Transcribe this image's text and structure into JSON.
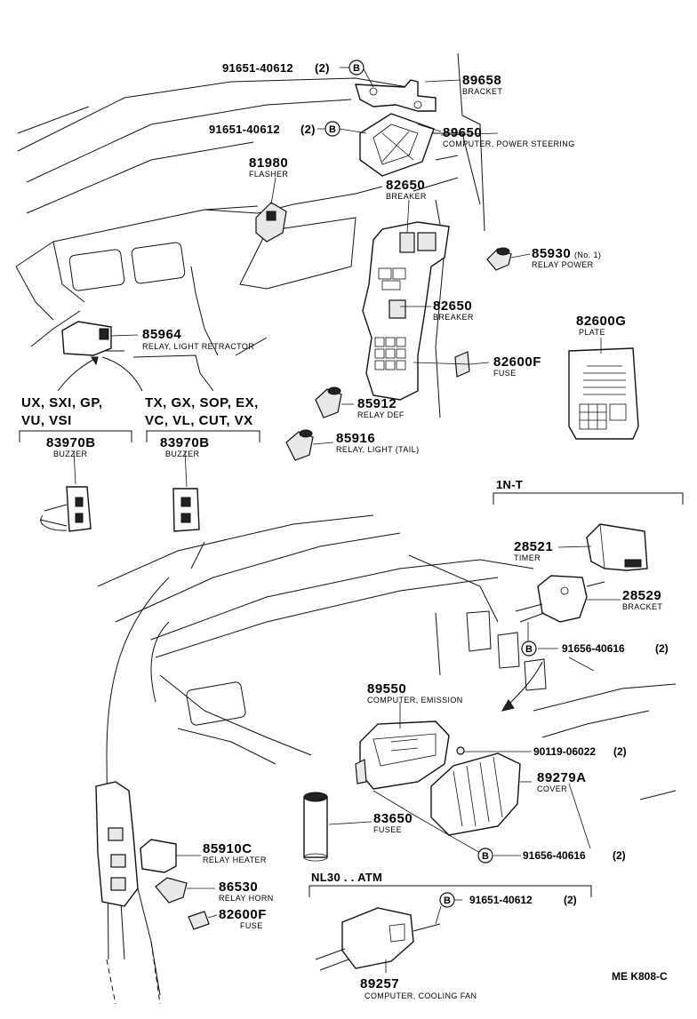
{
  "diagram": {
    "code": "ME K808-C",
    "callouts": [
      {
        "id": "c1",
        "number": "91651-40612",
        "qty": "(2)",
        "symbol": "B"
      },
      {
        "id": "c2",
        "number": "91651-40612",
        "qty": "(2)",
        "symbol": "B"
      },
      {
        "id": "c3",
        "number": "89658",
        "desc": "BRACKET"
      },
      {
        "id": "c4",
        "number": "89650",
        "desc": "COMPUTER, POWER STEERING"
      },
      {
        "id": "c5",
        "number": "81980",
        "desc": "FLASHER"
      },
      {
        "id": "c6",
        "number": "82650",
        "desc": "BREAKER"
      },
      {
        "id": "c7",
        "number": "85930",
        "suffix": "(No. 1)",
        "desc": "RELAY POWER"
      },
      {
        "id": "c8",
        "number": "82650",
        "desc": "BREAKER"
      },
      {
        "id": "c9",
        "number": "82600G",
        "desc": "PLATE"
      },
      {
        "id": "c10",
        "number": "85964",
        "desc": "RELAY, LIGHT RETRACTOR"
      },
      {
        "id": "c11",
        "number": "82600F",
        "desc": "FUSE"
      },
      {
        "id": "c12",
        "number": "85912",
        "desc": "RELAY DEF"
      },
      {
        "id": "c13",
        "number": "85916",
        "desc": "RELAY, LIGHT (TAIL)"
      },
      {
        "id": "c14",
        "number": "83970B",
        "desc": "BUZZER"
      },
      {
        "id": "c15",
        "number": "83970B",
        "desc": "BUZZER"
      },
      {
        "id": "c16",
        "number": "28521",
        "desc": "TIMER"
      },
      {
        "id": "c17",
        "number": "28529",
        "desc": "BRACKET"
      },
      {
        "id": "c18",
        "number": "91656-40616",
        "qty": "(2)",
        "symbol": "B"
      },
      {
        "id": "c19",
        "number": "89550",
        "desc": "COMPUTER, EMISSION"
      },
      {
        "id": "c20",
        "number": "90119-06022",
        "qty": "(2)"
      },
      {
        "id": "c21",
        "number": "89279A",
        "desc": "COVER"
      },
      {
        "id": "c22",
        "number": "83650",
        "desc": "FUSEE"
      },
      {
        "id": "c23",
        "number": "91656-40616",
        "qty": "(2)",
        "symbol": "B"
      },
      {
        "id": "c24",
        "number": "85910C",
        "desc": "RELAY HEATER"
      },
      {
        "id": "c25",
        "number": "86530",
        "desc": "RELAY HORN"
      },
      {
        "id": "c26",
        "number": "82600F",
        "desc": "FUSE"
      },
      {
        "id": "c27",
        "number": "91651-40612",
        "qty": "(2)",
        "symbol": "B"
      },
      {
        "id": "c28",
        "number": "89257",
        "desc": "COMPUTER, COOLING FAN"
      }
    ],
    "variants": {
      "left_lines": [
        "UX, SXI, GP,",
        "VU, VSI"
      ],
      "right_lines": [
        "TX, GX, SOP, EX,",
        "VC, VL, CUT, VX"
      ]
    },
    "groups": {
      "mt": "1N-T",
      "atm": "NL30 . . ATM"
    }
  }
}
